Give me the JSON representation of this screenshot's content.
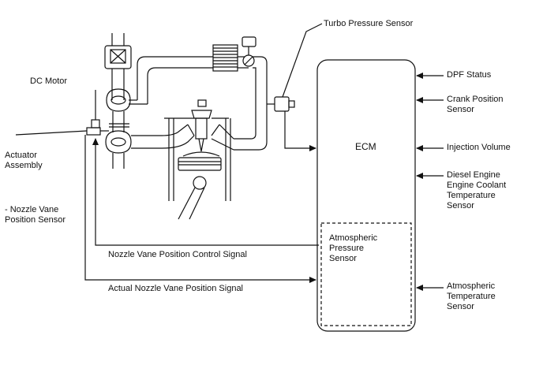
{
  "labels": {
    "turbo_pressure_sensor": "Turbo Pressure Sensor",
    "dc_motor": "DC Motor",
    "actuator_assembly": "Actuator\nAssembly",
    "nozzle_vane_position_sensor": "- Nozzle Vane\nPosition Sensor",
    "nozzle_vane_control_signal": "Nozzle Vane Position Control Signal",
    "actual_nozzle_vane_signal": "Actual Nozzle Vane Position Signal",
    "ecm": "ECM",
    "atmospheric_pressure_sensor": "Atmospheric\nPressure\nSensor"
  },
  "inputs": [
    "DPF Status",
    "Crank Position\nSensor",
    "Injection Volume",
    "Diesel Engine\nEngine Coolant\nTemperature\nSensor",
    "Atmospheric\nTemperature\nSensor"
  ]
}
